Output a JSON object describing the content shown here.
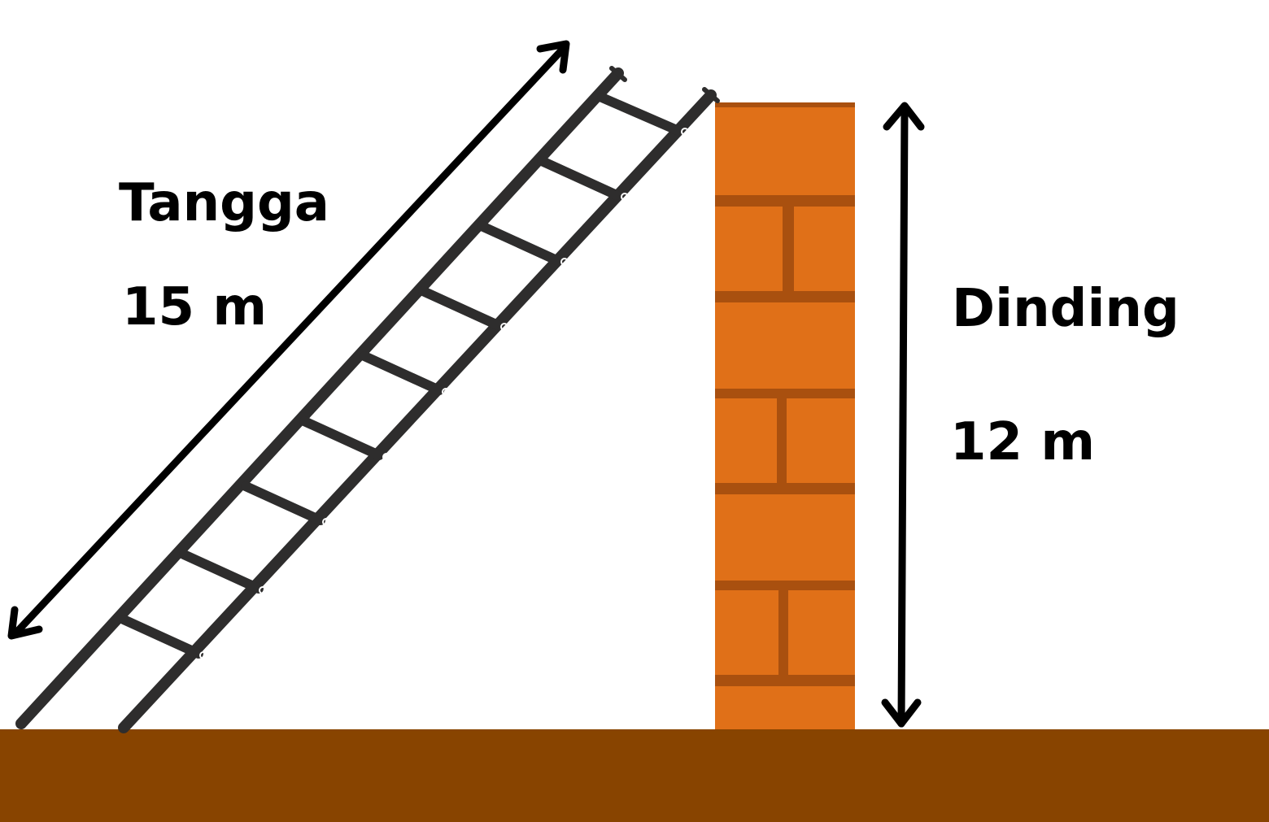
{
  "labels": {
    "ladder_name": "Tangga",
    "ladder_length": "15 m",
    "wall_name": "Dinding",
    "wall_height": "12 m"
  },
  "colors": {
    "ground": "#884400",
    "brick": "#E07018",
    "mortar": "#A9500F",
    "ladder": "#2E2D2D",
    "arrow": "#000000"
  }
}
